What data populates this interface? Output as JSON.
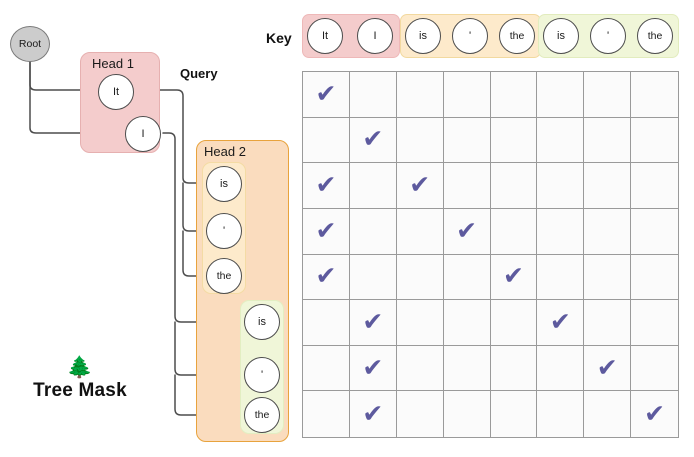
{
  "diagram": {
    "title_labels": {
      "query": "Query",
      "key": "Key",
      "tree_mask": "Tree Mask",
      "tree_icon": "tree-evergreen-icon",
      "tree_glyph": "🌲"
    },
    "colors": {
      "head1_fill": "#f4cccc",
      "head2_fill": "#fadcbe",
      "subgroup_yellow_fill": "#fdeacb",
      "subgroup_green_fill": "#f0f6d8",
      "root_fill": "#cccccc",
      "check_color": "#5d5a9e",
      "grid_line": "#9a9a9a",
      "arrow_color": "#4d4d4d"
    },
    "root": {
      "label": "Root"
    },
    "heads": [
      {
        "id": "head-1",
        "label": "Head 1",
        "subgroups": [
          {
            "id": "head1-tokens",
            "style": "none",
            "tokens": [
              "It",
              "I"
            ]
          }
        ]
      },
      {
        "id": "head-2",
        "label": "Head 2",
        "subgroups": [
          {
            "id": "head2-yellow",
            "style": "yellow",
            "tokens": [
              "is",
              "'",
              "the"
            ]
          },
          {
            "id": "head2-green",
            "style": "green",
            "tokens": [
              "is",
              "'",
              "the"
            ]
          }
        ]
      }
    ]
  },
  "key_row": {
    "label": "Key",
    "groups": [
      {
        "id": "key-group-pink",
        "style": "pink",
        "tokens": [
          "It",
          "I"
        ]
      },
      {
        "id": "key-group-yellow",
        "style": "yellow",
        "tokens": [
          "is",
          "'",
          "the"
        ]
      },
      {
        "id": "key-group-green",
        "style": "green",
        "tokens": [
          "is",
          "'",
          "the"
        ]
      }
    ]
  },
  "chart_data": {
    "type": "heatmap",
    "title": "Tree Mask",
    "xlabel": "Key",
    "ylabel": "Query",
    "grid": true,
    "legend_position": "none",
    "columns": [
      "It",
      "I",
      "is",
      "'",
      "the",
      "is",
      "'",
      "the"
    ],
    "rows": [
      "It",
      "I",
      "is",
      "'",
      "the",
      "is",
      "'",
      "the"
    ],
    "cell_marker": "✔",
    "mask": [
      [
        1,
        0,
        0,
        0,
        0,
        0,
        0,
        0
      ],
      [
        0,
        1,
        0,
        0,
        0,
        0,
        0,
        0
      ],
      [
        1,
        0,
        1,
        0,
        0,
        0,
        0,
        0
      ],
      [
        1,
        0,
        0,
        1,
        0,
        0,
        0,
        0
      ],
      [
        1,
        0,
        0,
        0,
        1,
        0,
        0,
        0
      ],
      [
        0,
        1,
        0,
        0,
        0,
        1,
        0,
        0
      ],
      [
        0,
        1,
        0,
        0,
        0,
        0,
        1,
        0
      ],
      [
        0,
        1,
        0,
        0,
        0,
        0,
        0,
        1
      ]
    ]
  }
}
